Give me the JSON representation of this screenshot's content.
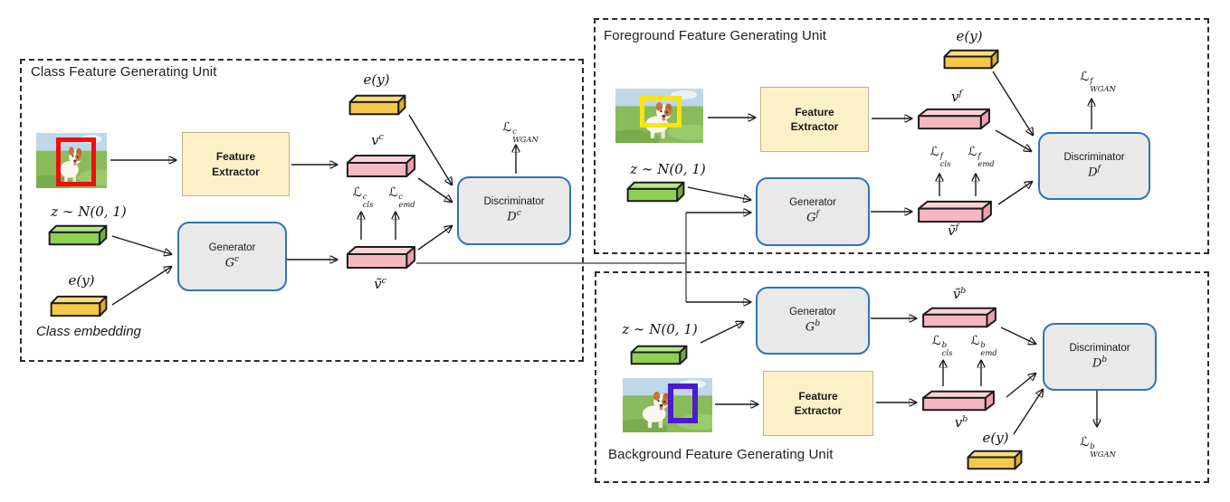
{
  "colors": {
    "background": "#FFFFFF",
    "panel_border": "#2B2B2B",
    "text": "#1F1F1F",
    "arrow": "#1A1A1A",
    "connector_gray": "#595959",
    "fe_fill": "#FCF0C9",
    "fe_border": "#BFB48B",
    "gd_fill": "#E9E9E9",
    "gd_border": "#2E75B6",
    "bar_outline": "#1C1C1C",
    "bar_yellow_front": "#F6C84A",
    "bar_yellow_top": "#FADD80",
    "bar_yellow_side": "#E0AE32",
    "bar_green_front": "#8ED054",
    "bar_green_top": "#B5E48A",
    "bar_green_side": "#6FAE3E",
    "bar_pink_front": "#F6B8C0",
    "bar_pink_top": "#FAD2D7",
    "bar_pink_side": "#EFA0AC",
    "bbox_red": "#F20D0D",
    "bbox_yellow": "#FFE409",
    "bbox_blue": "#4A1CCB",
    "scene_sky": "#BFD7E8",
    "scene_grass": "#8ABB5A"
  },
  "panels": {
    "class_unit": {
      "title": "Class Feature Generating Unit",
      "caption": "Class embedding",
      "feature_extractor": {
        "line1": "Feature",
        "line2": "Extractor"
      },
      "generator": {
        "name": "Generator",
        "sym": "G",
        "sup": "c"
      },
      "discriminator": {
        "name": "Discriminator",
        "sym": "D",
        "sup": "c"
      },
      "embedding_top": "e(y)",
      "embedding_bottom": "e(y)",
      "noise": "z ∼ N(0, 1)",
      "real_feature": {
        "base": "v",
        "sup": "c"
      },
      "fake_feature": {
        "base": "ṽ",
        "sup": "c"
      },
      "loss_cls": {
        "base": "ℒ",
        "sup": "c",
        "sub": "cls"
      },
      "loss_emd": {
        "base": "ℒ",
        "sup": "c",
        "sub": "emd"
      },
      "loss_wgan": {
        "base": "ℒ",
        "sup": "c",
        "sub": "WGAN"
      }
    },
    "foreground_unit": {
      "title": "Foreground Feature Generating Unit",
      "feature_extractor": {
        "line1": "Feature",
        "line2": "Extractor"
      },
      "generator": {
        "name": "Generator",
        "sym": "G",
        "sup": "f"
      },
      "discriminator": {
        "name": "Discriminator",
        "sym": "D",
        "sup": "f"
      },
      "embedding": "e(y)",
      "noise": "z ∼ N(0, 1)",
      "real_feature": {
        "base": "v",
        "sup": "f"
      },
      "fake_feature": {
        "base": "ṽ",
        "sup": "f"
      },
      "loss_cls": {
        "base": "ℒ",
        "sup": "f",
        "sub": "cls"
      },
      "loss_emd": {
        "base": "ℒ",
        "sup": "f",
        "sub": "emd"
      },
      "loss_wgan": {
        "base": "ℒ",
        "sup": "f",
        "sub": "WGAN"
      }
    },
    "background_unit": {
      "title": "Background Feature Generating Unit",
      "feature_extractor": {
        "line1": "Feature",
        "line2": "Extractor"
      },
      "generator": {
        "name": "Generator",
        "sym": "G",
        "sup": "b"
      },
      "discriminator": {
        "name": "Discriminator",
        "sym": "D",
        "sup": "b"
      },
      "embedding": "e(y)",
      "noise": "z ∼ N(0, 1)",
      "real_feature": {
        "base": "v",
        "sup": "b"
      },
      "fake_feature": {
        "base": "ṽ",
        "sup": "b"
      },
      "loss_cls": {
        "base": "ℒ",
        "sup": "b",
        "sub": "cls"
      },
      "loss_emd": {
        "base": "ℒ",
        "sup": "b",
        "sub": "emd"
      },
      "loss_wgan": {
        "base": "ℒ",
        "sup": "b",
        "sub": "WGAN"
      }
    }
  }
}
